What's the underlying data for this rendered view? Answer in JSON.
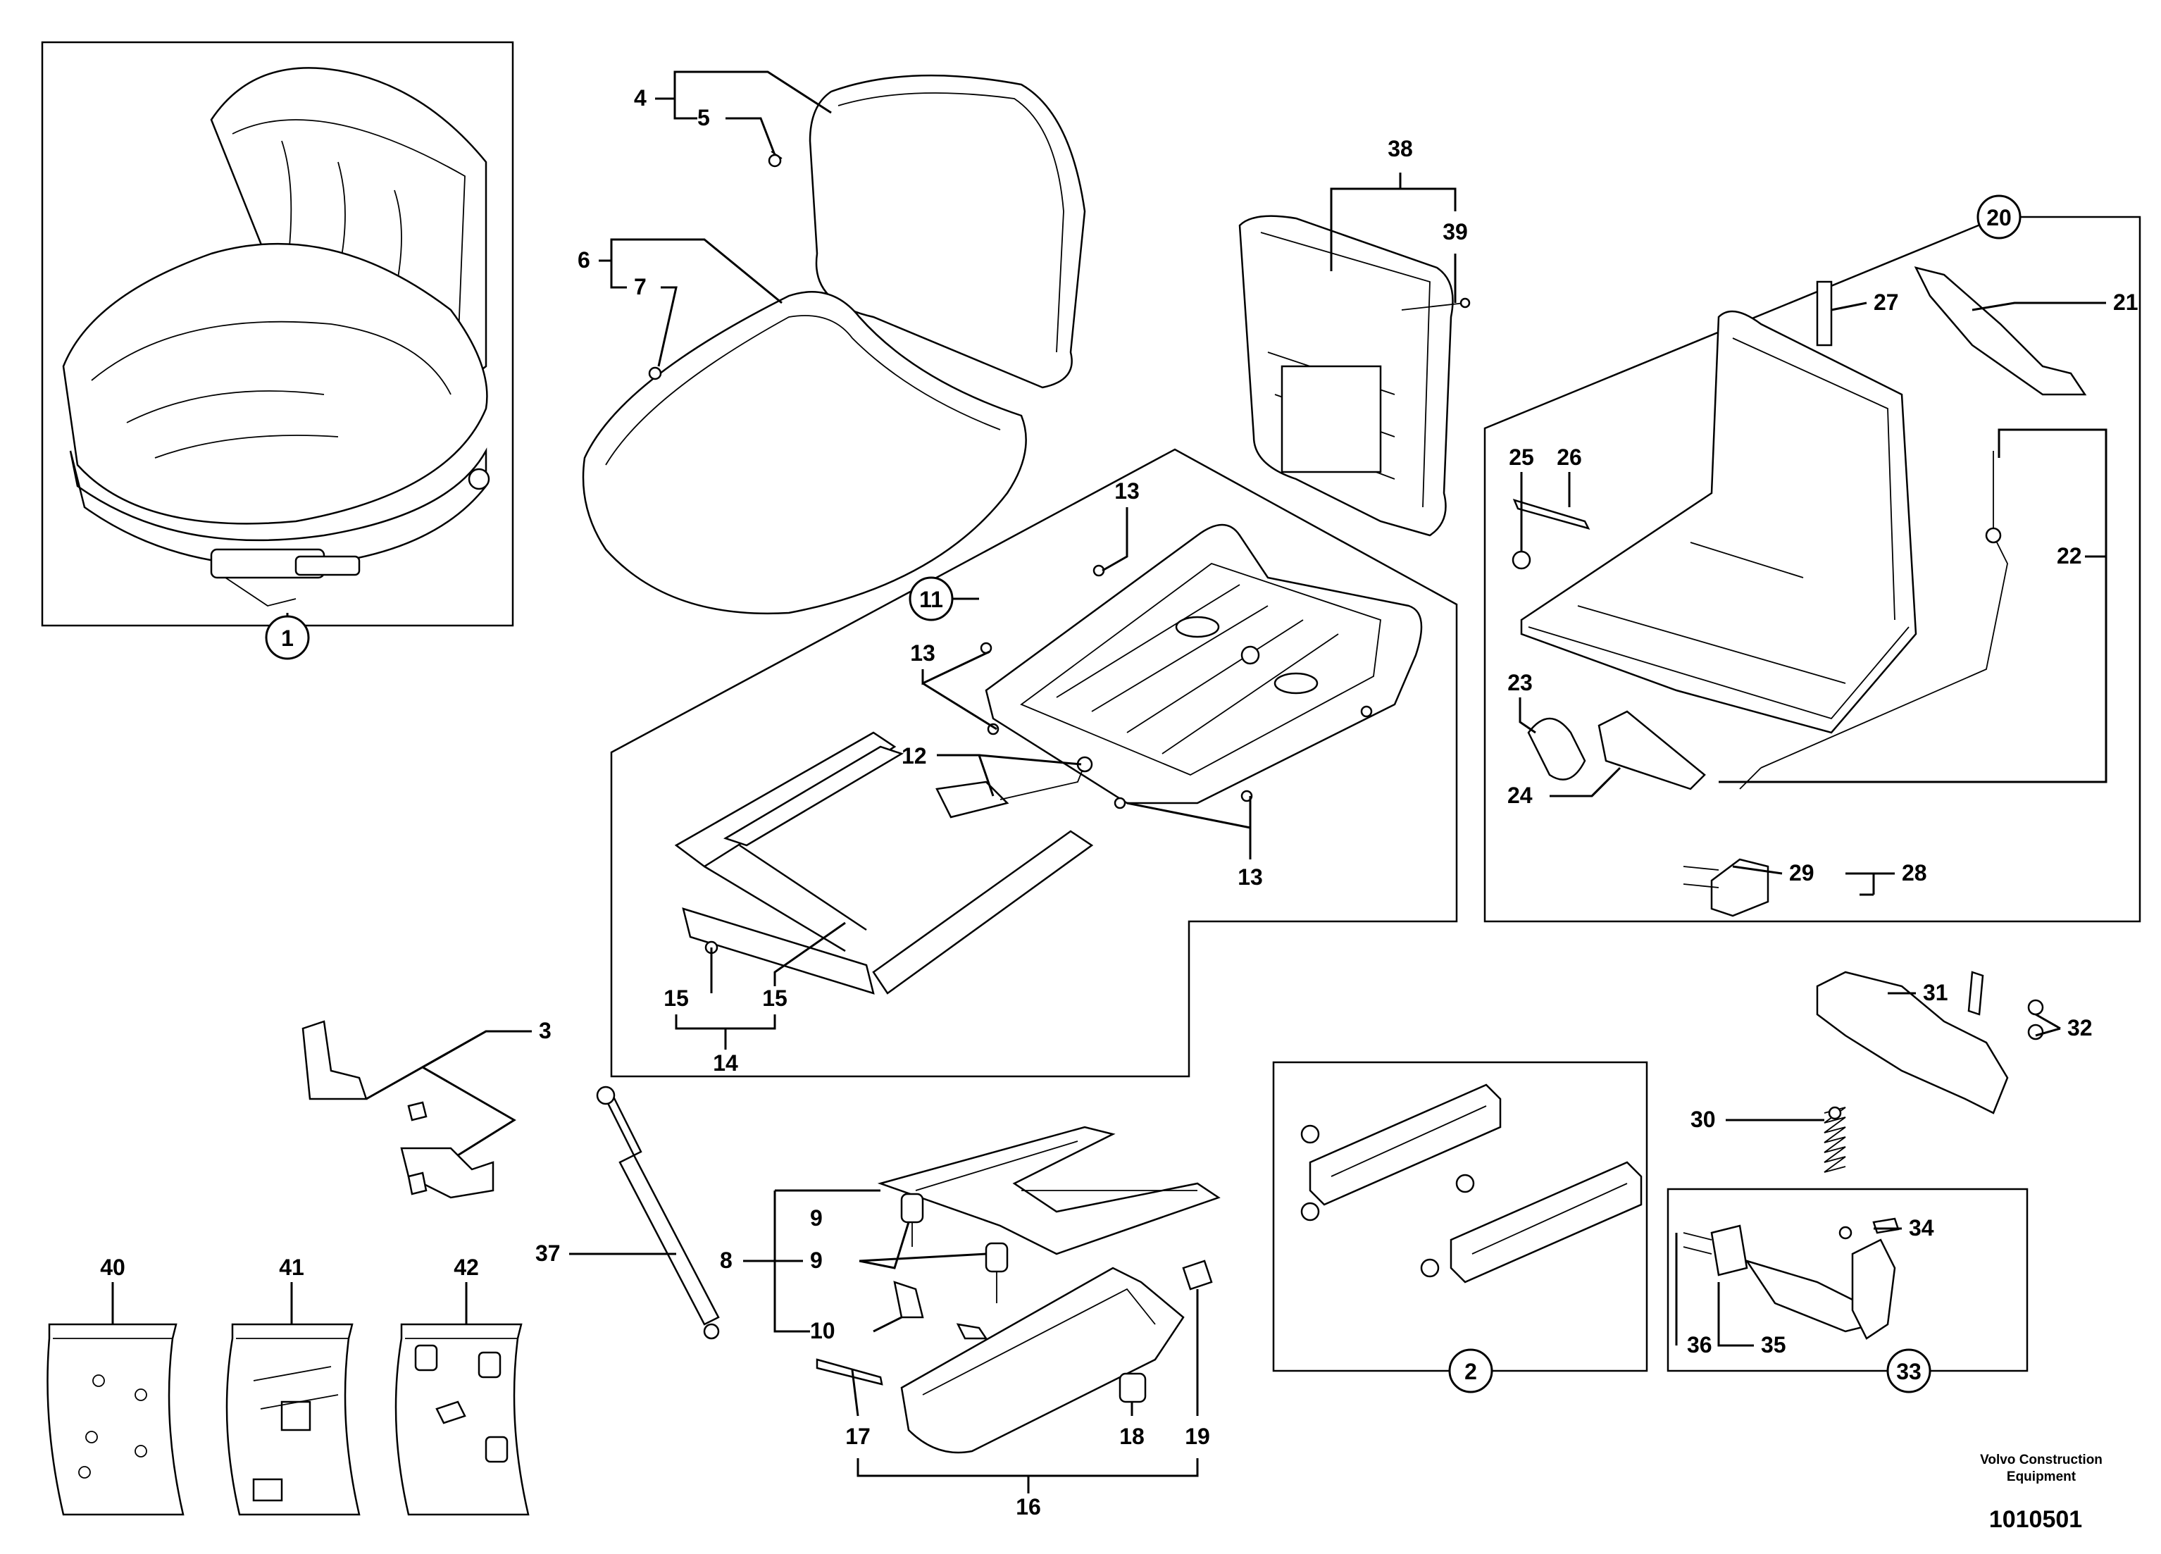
{
  "labels": {
    "l1": "1",
    "l2": "2",
    "l3": "3",
    "l4": "4",
    "l5": "5",
    "l6": "6",
    "l7": "7",
    "l8": "8",
    "l9": "9",
    "l10": "10",
    "l11": "11",
    "l12": "12",
    "l13": "13",
    "l14": "14",
    "l15": "15",
    "l16": "16",
    "l17": "17",
    "l18": "18",
    "l19": "19",
    "l20": "20",
    "l21": "21",
    "l22": "22",
    "l23": "23",
    "l24": "24",
    "l25": "25",
    "l26": "26",
    "l27": "27",
    "l28": "28",
    "l29": "29",
    "l30": "30",
    "l31": "31",
    "l32": "32",
    "l33": "33",
    "l34": "34",
    "l35": "35",
    "l36": "36",
    "l37": "37",
    "l38": "38",
    "l39": "39",
    "l40": "40",
    "l41": "41",
    "l42": "42"
  },
  "footer": {
    "company_line1": "Volvo Construction",
    "company_line2": "Equipment",
    "document_number": "1010501"
  }
}
